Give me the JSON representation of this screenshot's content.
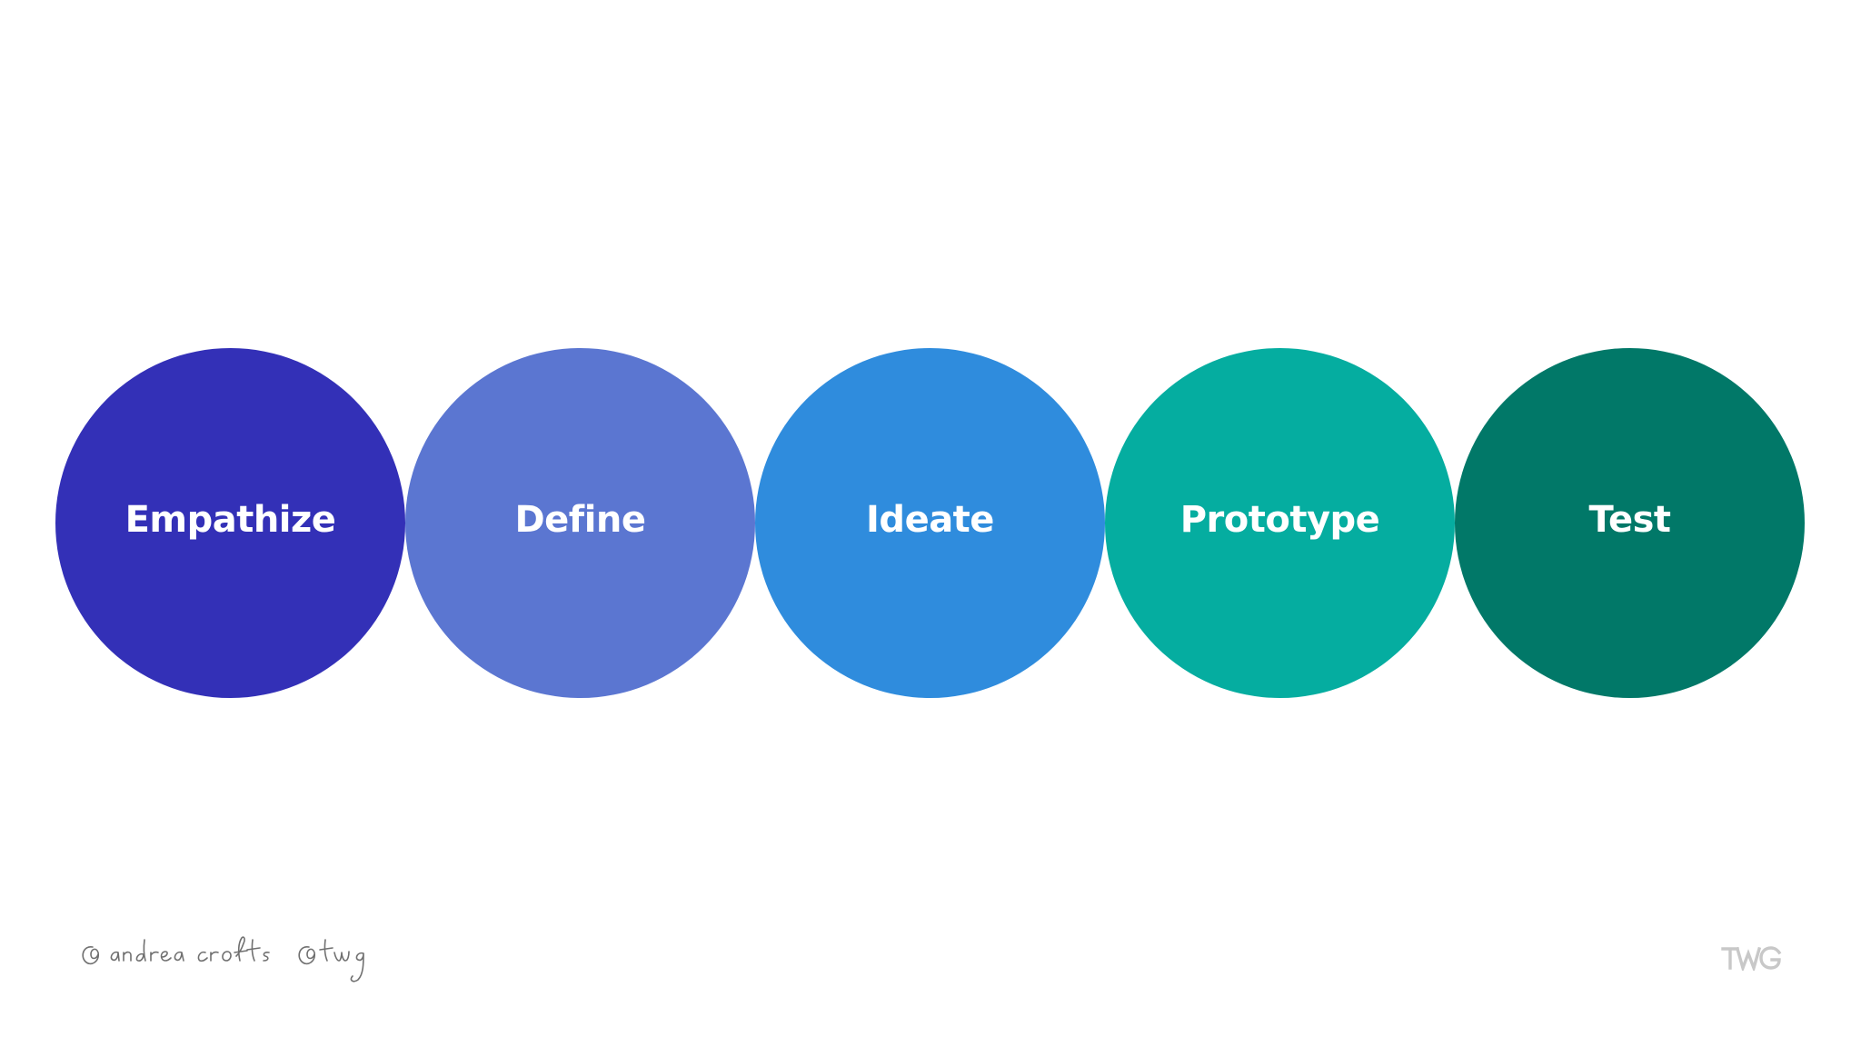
{
  "stages": [
    {
      "label": "Empathize",
      "color": "#3330b7"
    },
    {
      "label": "Define",
      "color": "#5b76d1"
    },
    {
      "label": "Ideate",
      "color": "#2f8cdd"
    },
    {
      "label": "Prototype",
      "color": "#05ada0"
    },
    {
      "label": "Test",
      "color": "#017868"
    }
  ],
  "signature": {
    "text": "@andreacrofts @twg",
    "color": "#707070"
  },
  "logo": {
    "text": "TWG",
    "color": "#c8c8c8"
  }
}
